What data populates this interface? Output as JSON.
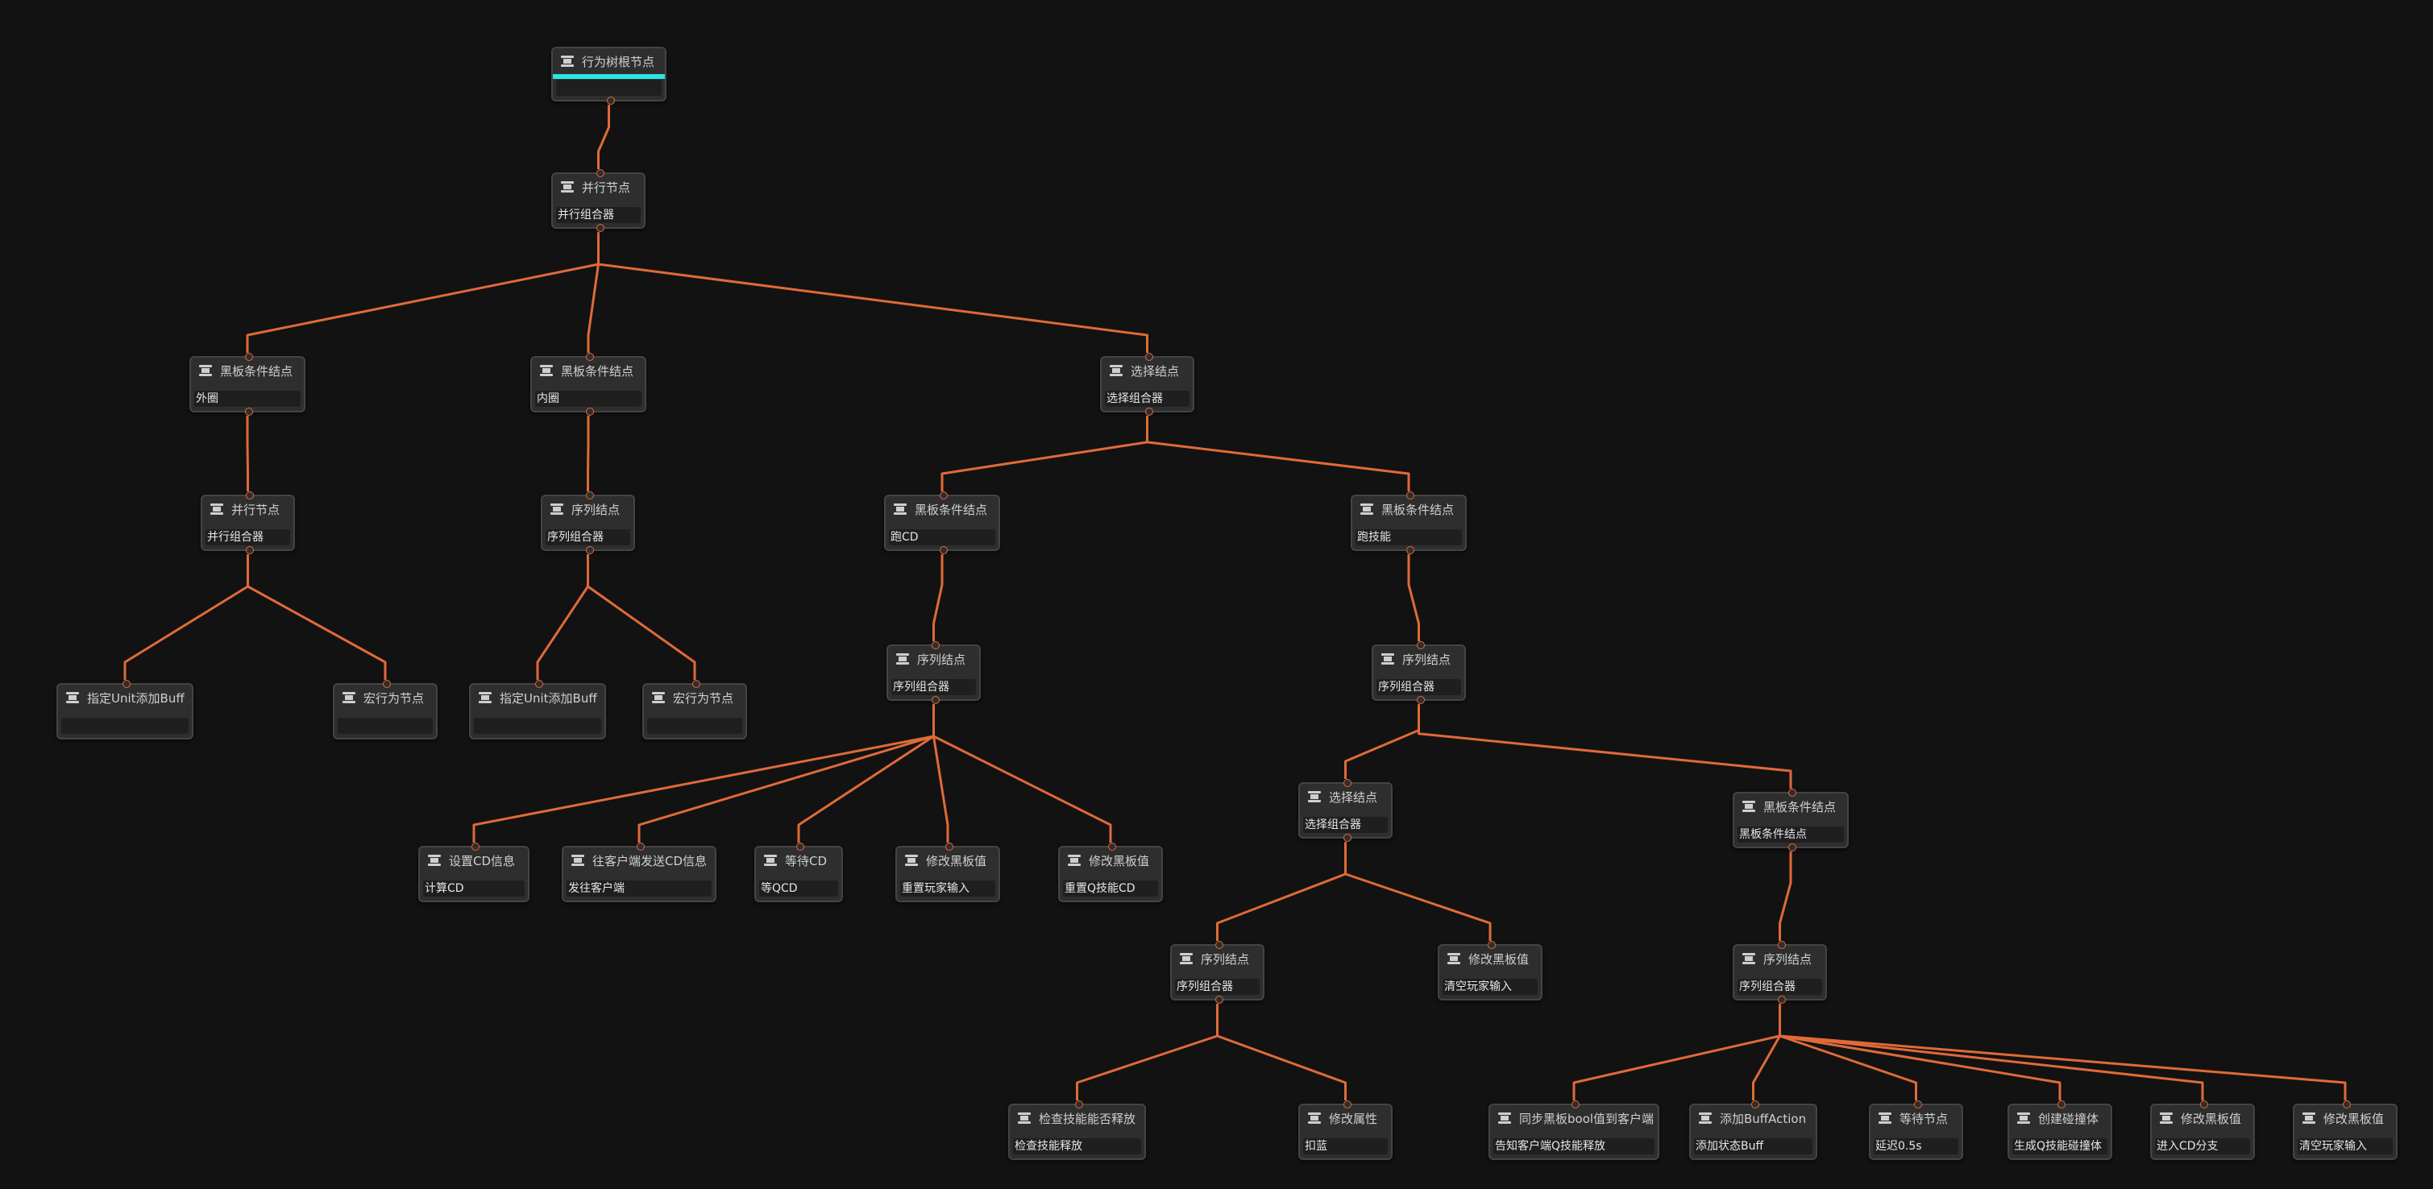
{
  "colors": {
    "background": "#121212",
    "edge": "#e06a38",
    "root_accent": "#2ee4e4",
    "node": "#2e2e2e",
    "node_field": "#1f1f1f"
  },
  "icon": "behavior-node-icon",
  "nodes": [
    {
      "id": "root",
      "title": "行为树根节点",
      "value": "",
      "root": true
    },
    {
      "id": "parallel_main",
      "title": "并行节点",
      "value": "并行组合器"
    },
    {
      "id": "bb_outer",
      "title": "黑板条件结点",
      "value": "外圈"
    },
    {
      "id": "bb_inner",
      "title": "黑板条件结点",
      "value": "内圈"
    },
    {
      "id": "select_main",
      "title": "选择结点",
      "value": "选择组合器"
    },
    {
      "id": "parallel_outer",
      "title": "并行节点",
      "value": "并行组合器"
    },
    {
      "id": "seq_inner",
      "title": "序列结点",
      "value": "序列组合器"
    },
    {
      "id": "bb_run_cd",
      "title": "黑板条件结点",
      "value": "跑CD"
    },
    {
      "id": "bb_run_skill",
      "title": "黑板条件结点",
      "value": "跑技能"
    },
    {
      "id": "buff_outer",
      "title": "指定Unit添加Buff",
      "value": ""
    },
    {
      "id": "macro_outer",
      "title": "宏行为节点",
      "value": ""
    },
    {
      "id": "buff_inner",
      "title": "指定Unit添加Buff",
      "value": ""
    },
    {
      "id": "macro_inner",
      "title": "宏行为节点",
      "value": ""
    },
    {
      "id": "seq_cd",
      "title": "序列结点",
      "value": "序列组合器"
    },
    {
      "id": "seq_skill",
      "title": "序列结点",
      "value": "序列组合器"
    },
    {
      "id": "set_cd",
      "title": "设置CD信息",
      "value": "计算CD"
    },
    {
      "id": "send_cd",
      "title": "往客户端发送CD信息",
      "value": "发往客户端"
    },
    {
      "id": "wait_cd",
      "title": "等待CD",
      "value": "等QCD"
    },
    {
      "id": "mod_bb_1",
      "title": "修改黑板值",
      "value": "重置玩家输入"
    },
    {
      "id": "mod_bb_2",
      "title": "修改黑板值",
      "value": "重置Q技能CD"
    },
    {
      "id": "select_skill",
      "title": "选择结点",
      "value": "选择组合器"
    },
    {
      "id": "bb_cond_skill",
      "title": "黑板条件结点",
      "value": "黑板条件结点"
    },
    {
      "id": "seq_check",
      "title": "序列结点",
      "value": "序列组合器"
    },
    {
      "id": "mod_bb_clear1",
      "title": "修改黑板值",
      "value": "清空玩家输入"
    },
    {
      "id": "seq_cast",
      "title": "序列结点",
      "value": "序列组合器"
    },
    {
      "id": "check_release",
      "title": "检查技能能否释放",
      "value": "检查技能释放"
    },
    {
      "id": "mod_attr",
      "title": "修改属性",
      "value": "扣蓝"
    },
    {
      "id": "sync_bb",
      "title": "同步黑板bool值到客户端",
      "value": "告知客户端Q技能释放"
    },
    {
      "id": "add_buff_action",
      "title": "添加BuffAction",
      "value": "添加状态Buff"
    },
    {
      "id": "wait_node",
      "title": "等待节点",
      "value": "延迟0.5s"
    },
    {
      "id": "create_collider",
      "title": "创建碰撞体",
      "value": "生成Q技能碰撞体"
    },
    {
      "id": "mod_bb_cd",
      "title": "修改黑板值",
      "value": "进入CD分支"
    },
    {
      "id": "mod_bb_clear2",
      "title": "修改黑板值",
      "value": "清空玩家输入"
    }
  ],
  "edges": [
    [
      "root",
      "parallel_main"
    ],
    [
      "parallel_main",
      "bb_outer"
    ],
    [
      "parallel_main",
      "bb_inner"
    ],
    [
      "parallel_main",
      "select_main"
    ],
    [
      "bb_outer",
      "parallel_outer"
    ],
    [
      "bb_inner",
      "seq_inner"
    ],
    [
      "select_main",
      "bb_run_cd"
    ],
    [
      "select_main",
      "bb_run_skill"
    ],
    [
      "parallel_outer",
      "buff_outer"
    ],
    [
      "parallel_outer",
      "macro_outer"
    ],
    [
      "seq_inner",
      "buff_inner"
    ],
    [
      "seq_inner",
      "macro_inner"
    ],
    [
      "bb_run_cd",
      "seq_cd"
    ],
    [
      "bb_run_skill",
      "seq_skill"
    ],
    [
      "seq_cd",
      "set_cd"
    ],
    [
      "seq_cd",
      "send_cd"
    ],
    [
      "seq_cd",
      "wait_cd"
    ],
    [
      "seq_cd",
      "mod_bb_1"
    ],
    [
      "seq_cd",
      "mod_bb_2"
    ],
    [
      "seq_skill",
      "select_skill"
    ],
    [
      "seq_skill",
      "bb_cond_skill"
    ],
    [
      "select_skill",
      "seq_check"
    ],
    [
      "select_skill",
      "mod_bb_clear1"
    ],
    [
      "bb_cond_skill",
      "seq_cast"
    ],
    [
      "seq_check",
      "check_release"
    ],
    [
      "seq_check",
      "mod_attr"
    ],
    [
      "seq_cast",
      "sync_bb"
    ],
    [
      "seq_cast",
      "add_buff_action"
    ],
    [
      "seq_cast",
      "wait_node"
    ],
    [
      "seq_cast",
      "create_collider"
    ],
    [
      "seq_cast",
      "mod_bb_cd"
    ],
    [
      "seq_cast",
      "mod_bb_clear2"
    ]
  ]
}
